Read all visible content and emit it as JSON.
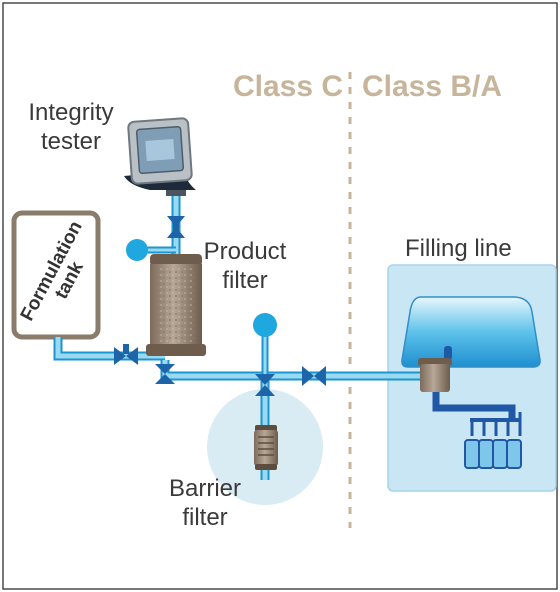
{
  "zones": {
    "left": "Class C",
    "right": "Class B/A"
  },
  "labels": {
    "integrity_tester": [
      "Integrity",
      "tester"
    ],
    "formulation_tank": [
      "Formulation",
      "tank"
    ],
    "product_filter": [
      "Product",
      "filter"
    ],
    "filling_line": "Filling line",
    "barrier_filter": [
      "Barrier",
      "filter"
    ]
  },
  "colors": {
    "pipe": "#8ed3ef",
    "pipe_dark": "#1b96cf",
    "valve": "#1e64a8",
    "gauge": "#1fa7df",
    "filter_body": "#a59584",
    "filter_cap": "#6e5c4c",
    "tank_border": "#8a7b6a",
    "zone_text": "#c7b59b",
    "barrier_zone": "#d9ecf4",
    "filling_zone": "#c9e6f4"
  },
  "icons": [
    "valve-icon",
    "pressure-gauge-icon",
    "filter-cartridge-icon",
    "monitor-icon",
    "vial-icon"
  ]
}
